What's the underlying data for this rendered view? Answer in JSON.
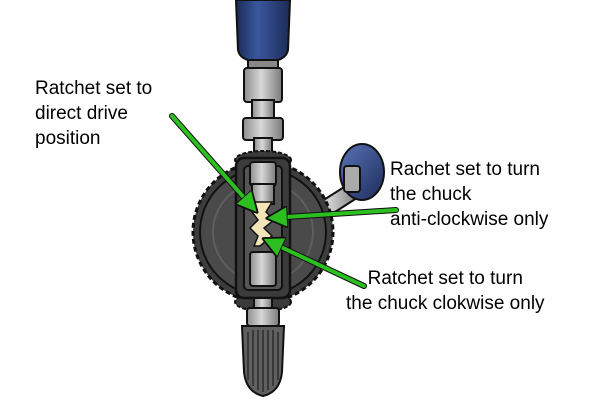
{
  "labels": {
    "direct_drive": [
      "Ratchet set to",
      "direct drive",
      "position"
    ],
    "anti_clockwise": [
      "Rachet set to turn",
      "the chuck",
      "anti-clockwise only"
    ],
    "clockwise": [
      "Ratchet set to turn",
      "the chuck clokwise only"
    ]
  },
  "colors": {
    "arrow": "#2bbf1f",
    "handle": "#23386b",
    "body": "#4a4a4a",
    "metal": "#a9a9a9",
    "outline": "#111111",
    "pawl": "#f2e6b8"
  },
  "icons": {
    "tool": "hand-drill-icon",
    "arrow": "green-arrow-icon"
  }
}
